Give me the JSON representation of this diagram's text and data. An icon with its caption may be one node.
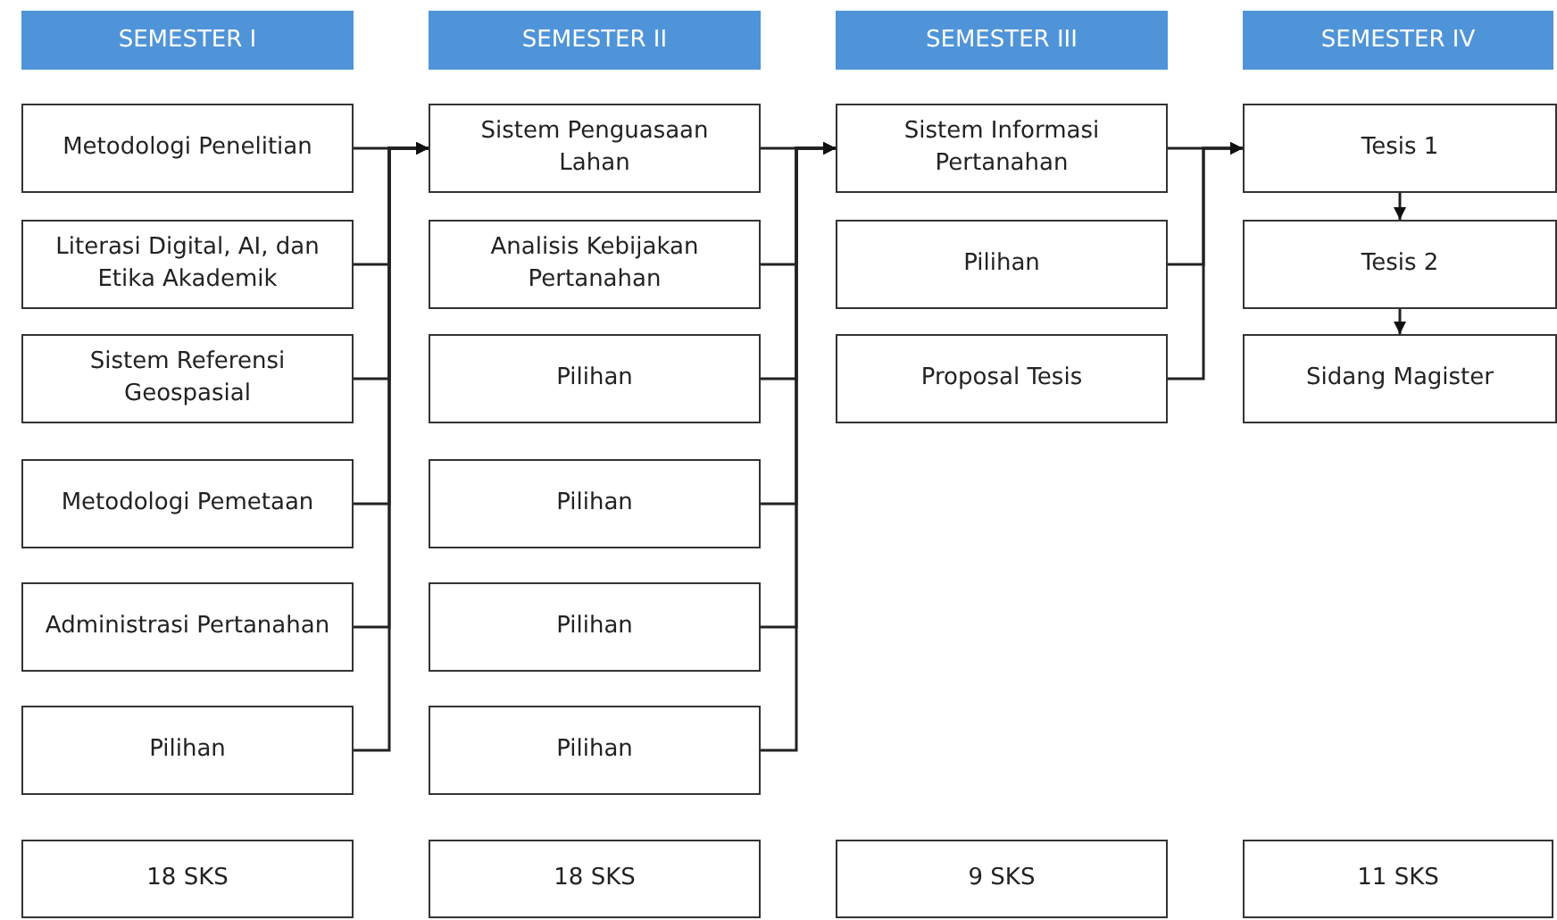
{
  "diagram": {
    "nodes": [
      {
        "text": [
          "SEMESTER I"
        ]
      },
      {
        "text": [
          "SEMESTER II"
        ]
      },
      {
        "text": [
          "SEMESTER III"
        ]
      },
      {
        "text": [
          "SEMESTER IV"
        ]
      },
      {
        "text": [
          "Metodologi Penelitian"
        ]
      },
      {
        "text": [
          "Literasi Digital, AI, dan Etika Akademik"
        ]
      },
      {
        "text": [
          "Sistem Referensi Geospasial"
        ]
      },
      {
        "text": [
          "Metodologi Pemetaan"
        ]
      },
      {
        "text": [
          "Administrasi Pertanahan"
        ]
      },
      {
        "text": [
          "Pilihan"
        ]
      },
      {
        "text": [
          "Sistem Penguasaan Lahan"
        ]
      },
      {
        "text": [
          "Analisis Kebijakan Pertanahan"
        ]
      },
      {
        "text": [
          "Pilihan"
        ]
      },
      {
        "text": [
          "Pilihan"
        ]
      },
      {
        "text": [
          "Pilihan"
        ]
      },
      {
        "text": [
          "Pilihan"
        ]
      },
      {
        "text": [
          "Sistem Informasi Pertanahan"
        ]
      },
      {
        "text": [
          "Pilihan"
        ]
      },
      {
        "text": [
          "Proposal Tesis"
        ]
      },
      {
        "text": [
          "Tesis 1"
        ]
      },
      {
        "text": [
          "Tesis 2"
        ]
      },
      {
        "text": [
          "Sidang Magister"
        ]
      },
      {
        "text": [
          "18 SKS"
        ]
      },
      {
        "text": [
          "18 SKS"
        ]
      },
      {
        "text": [
          "9 SKS"
        ]
      },
      {
        "text": [
          "11 SKS"
        ]
      }
    ],
    "edges": [
      {
        "from": 4,
        "to": 10,
        "arrow": "to"
      },
      {
        "from": 5,
        "to": 10,
        "arrow": "to"
      },
      {
        "from": 6,
        "to": 10,
        "arrow": "to"
      },
      {
        "from": 7,
        "to": 10,
        "arrow": "to"
      },
      {
        "from": 8,
        "to": 10,
        "arrow": "to"
      },
      {
        "from": 9,
        "to": 10,
        "arrow": "to"
      },
      {
        "from": 10,
        "to": 16,
        "arrow": "to"
      },
      {
        "from": 11,
        "to": 16,
        "arrow": "to"
      },
      {
        "from": 12,
        "to": 16,
        "arrow": "to"
      },
      {
        "from": 13,
        "to": 16,
        "arrow": "to"
      },
      {
        "from": 14,
        "to": 16,
        "arrow": "to"
      },
      {
        "from": 15,
        "to": 16,
        "arrow": "to"
      },
      {
        "from": 16,
        "to": 19,
        "arrow": "to"
      },
      {
        "from": 17,
        "to": 19,
        "arrow": "to"
      },
      {
        "from": 18,
        "to": 19,
        "arrow": "to"
      },
      {
        "from": 19,
        "to": 20,
        "arrow": "to"
      },
      {
        "from": 20,
        "to": 21,
        "arrow": "to"
      }
    ]
  }
}
